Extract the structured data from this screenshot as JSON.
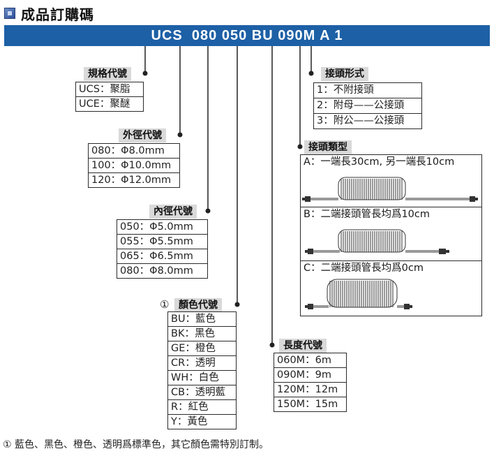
{
  "title": "成品訂購碼",
  "code": {
    "parts": [
      "UCS",
      "080",
      "050",
      "BU",
      "090M",
      "A",
      "1"
    ]
  },
  "spec_code": {
    "label": "規格代號",
    "rows": [
      "UCS：聚脂",
      "UCE：聚醚"
    ]
  },
  "outer_diameter": {
    "label": "外徑代號",
    "rows": [
      "080：Φ8.0mm",
      "100：Φ10.0mm",
      "120：Φ12.0mm"
    ]
  },
  "inner_diameter": {
    "label": "內徑代號",
    "rows": [
      "050：Φ5.0mm",
      "055：Φ5.5mm",
      "065：Φ6.5mm",
      "080：Φ8.0mm"
    ]
  },
  "color_code": {
    "marker": "①",
    "label": "顏色代號",
    "rows": [
      "BU：藍色",
      "BK：黑色",
      "GE：橙色",
      "CR：透明",
      "WH：白色",
      "CB：透明藍",
      "R：紅色",
      "Y：黃色"
    ]
  },
  "length_code": {
    "label": "長度代號",
    "rows": [
      "060M：6m",
      "090M：9m",
      "120M：12m",
      "150M：15m"
    ]
  },
  "connector_form": {
    "label": "接頭形式",
    "rows": [
      "1：不附接頭",
      "2：附母——公接頭",
      "3：附公——公接頭"
    ]
  },
  "connector_type": {
    "label": "接頭類型",
    "rows": [
      "A：一端長30cm, 另一端長10cm",
      "B：二端接頭管長均爲10cm",
      "C：二端接頭管長均爲0cm"
    ]
  },
  "footnote": "① 藍色、黑色、橙色、透明爲標準色，其它顏色需特別訂制。",
  "colors": {
    "code_bar": "#1d60a6",
    "label_bg": "#d9d9d9",
    "line": "#222222"
  }
}
